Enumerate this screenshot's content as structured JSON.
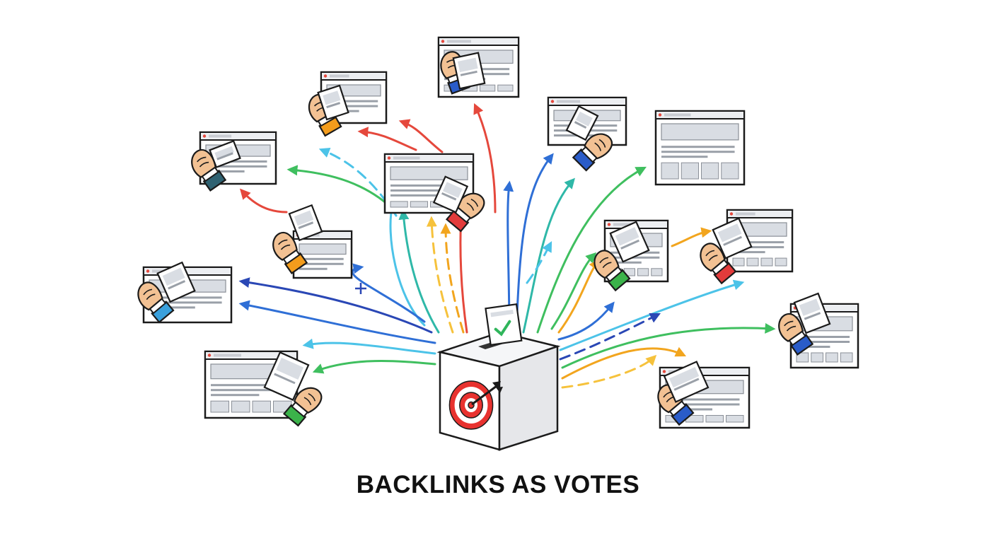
{
  "caption": "BACKLINKS AS VOTES",
  "palette": {
    "outline": "#1b1b1b",
    "page_gray": "#d9dde3",
    "frame_fill": "#ffffff",
    "skin": "#f2c193",
    "box_front": "#ffffff",
    "box_side": "#e6e7ea",
    "target_red": "#e8322f",
    "check_green": "#2fb55b"
  },
  "arrow_colors": {
    "red": "#e5483c",
    "orange": "#f2a51e",
    "yellow": "#f6c23c",
    "green": "#3fbf5f",
    "teal": "#2fb8a8",
    "cyan": "#4cc3e8",
    "blue": "#2f6fd6",
    "navy": "#2a47b5"
  },
  "websites": [
    {
      "id": "top-center",
      "cuff": "#2a5cc9",
      "hand": true
    },
    {
      "id": "upper-left",
      "cuff": "#f39c1c",
      "hand": true
    },
    {
      "id": "left-1",
      "cuff": "#2f6272",
      "hand": true
    },
    {
      "id": "center-voter",
      "cuff": "#e23b3b",
      "hand": true
    },
    {
      "id": "left-2",
      "cuff": "#f39c1c",
      "hand": true
    },
    {
      "id": "left-3",
      "cuff": "#3aa0dc",
      "hand": true
    },
    {
      "id": "lower-left",
      "cuff": "#3bb34a",
      "hand": true
    },
    {
      "id": "upper-right-1",
      "cuff": "#2a5cc9",
      "hand": true
    },
    {
      "id": "upper-right-2",
      "cuff": null,
      "hand": false
    },
    {
      "id": "right-1",
      "cuff": "#3bb34a",
      "hand": true
    },
    {
      "id": "right-2",
      "cuff": "#e23b3b",
      "hand": true
    },
    {
      "id": "right-3",
      "cuff": "#2a5cc9",
      "hand": true
    },
    {
      "id": "lower-right",
      "cuff": "#2a5cc9",
      "hand": true
    }
  ],
  "ballot_box": {
    "icon": "target-icon",
    "ballot_icon": "checkmark-icon"
  }
}
